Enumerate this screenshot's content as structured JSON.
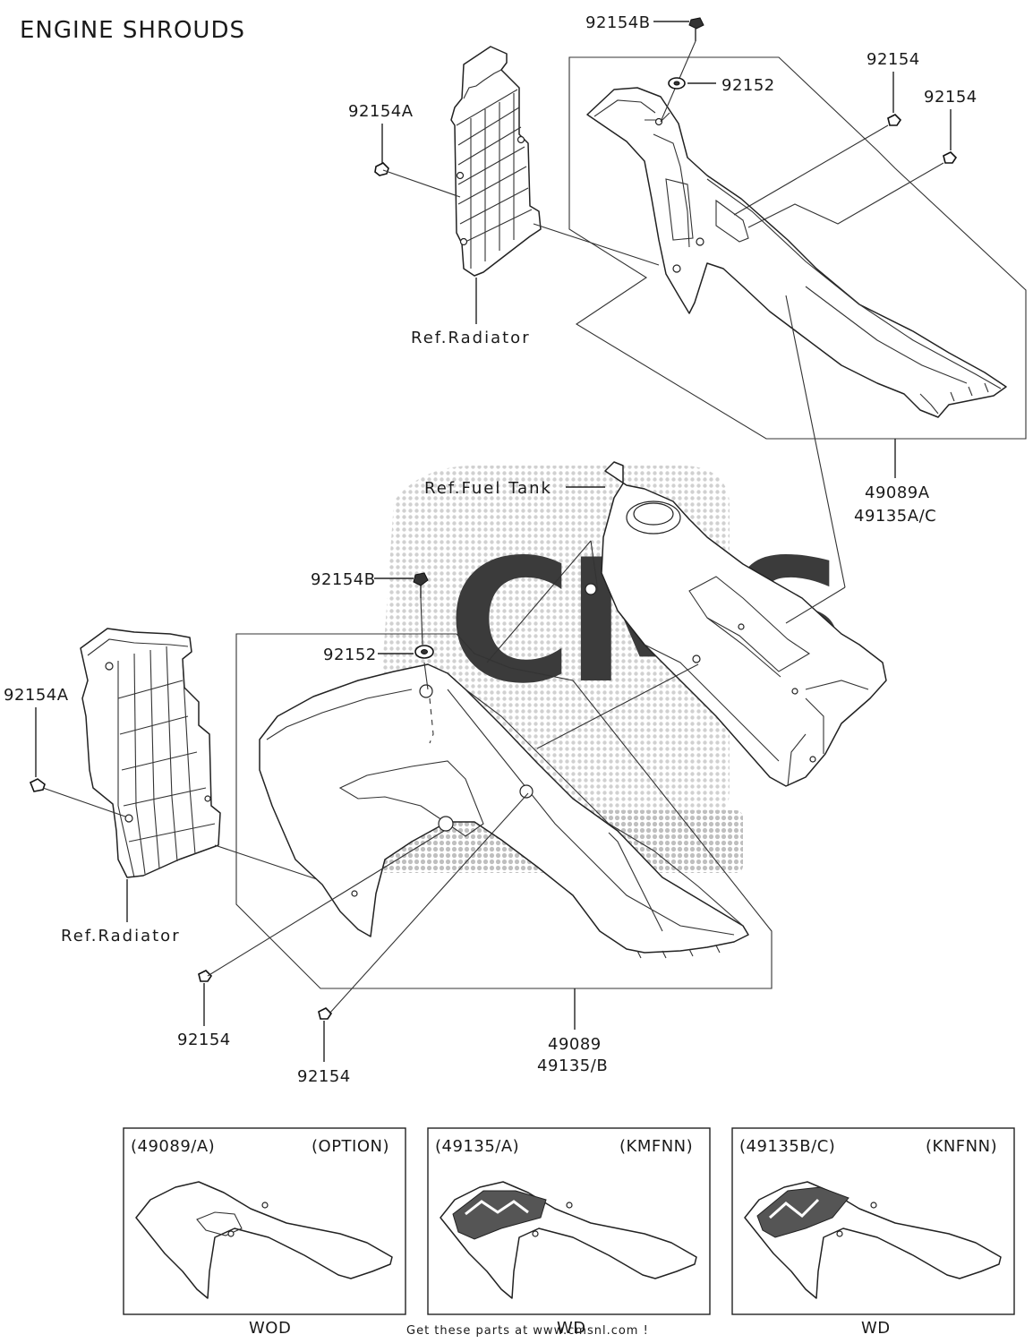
{
  "title": "ENGINE SHROUDS",
  "labels": {
    "p92154B_top": "92154B",
    "p92152_top": "92152",
    "p92154_top1": "92154",
    "p92154_top2": "92154",
    "p92154A_top": "92154A",
    "ref_radiator_top": "Ref.Radiator",
    "p49089A": "49089A",
    "p49135AC": "49135A/C",
    "ref_fuel_tank": "Ref.Fuel Tank",
    "p92154B_mid": "92154B",
    "p92152_mid": "92152",
    "p92154A_left": "92154A",
    "ref_radiator_bottom": "Ref.Radiator",
    "p92154_bottom1": "92154",
    "p92154_bottom2": "92154",
    "p49089": "49089",
    "p49135B": "49135/B"
  },
  "variants": [
    {
      "code": "(49089/A)",
      "option": "(OPTION)",
      "caption": "WOD"
    },
    {
      "code": "(49135/A)",
      "option": "(KMFNN)",
      "caption": "WD"
    },
    {
      "code": "(49135B/C)",
      "option": "(KNFNN)",
      "caption": "WD"
    }
  ],
  "footer": "Get these parts at www.cmsnl.com !",
  "watermark_text": "CMS"
}
